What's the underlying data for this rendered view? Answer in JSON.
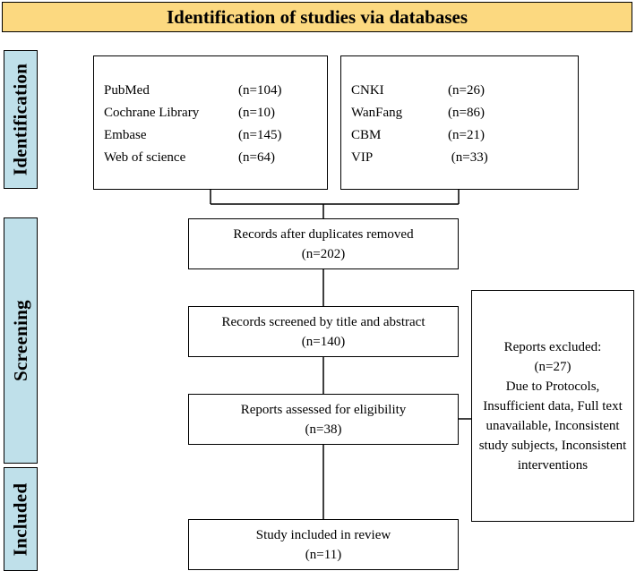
{
  "banner": {
    "title": "Identification of studies via databases"
  },
  "phases": {
    "identification": "Identification",
    "screening": "Screening",
    "included": "Included"
  },
  "databases_left": [
    {
      "name": "PubMed",
      "count": "(n=104)"
    },
    {
      "name": "Cochrane Library",
      "count": "(n=10)"
    },
    {
      "name": "Embase",
      "count": "(n=145)"
    },
    {
      "name": "Web of science",
      "count": "(n=64)"
    }
  ],
  "databases_right": [
    {
      "name": "CNKI",
      "count": "(n=26)"
    },
    {
      "name": "WanFang",
      "count": "(n=86)"
    },
    {
      "name": "CBM",
      "count": "(n=21)"
    },
    {
      "name": "VIP",
      "count": " (n=33)"
    }
  ],
  "steps": {
    "duplicates": {
      "label": "Records after duplicates removed",
      "count": "(n=202)"
    },
    "screened": {
      "label": "Records screened by title and abstract",
      "count": "(n=140)"
    },
    "eligibility": {
      "label": "Reports assessed for eligibility",
      "count": "(n=38)"
    },
    "included": {
      "label": "Study included in review",
      "count": "(n=11)"
    }
  },
  "excluded": {
    "title": "Reports excluded:",
    "count": "(n=27)",
    "reasons": "Due to Protocols, Insufficient data, Full text unavailable, Inconsistent study subjects, Inconsistent interventions"
  },
  "colors": {
    "banner": "#fcd980",
    "phase": "#bfe0ea",
    "border": "#000000"
  }
}
